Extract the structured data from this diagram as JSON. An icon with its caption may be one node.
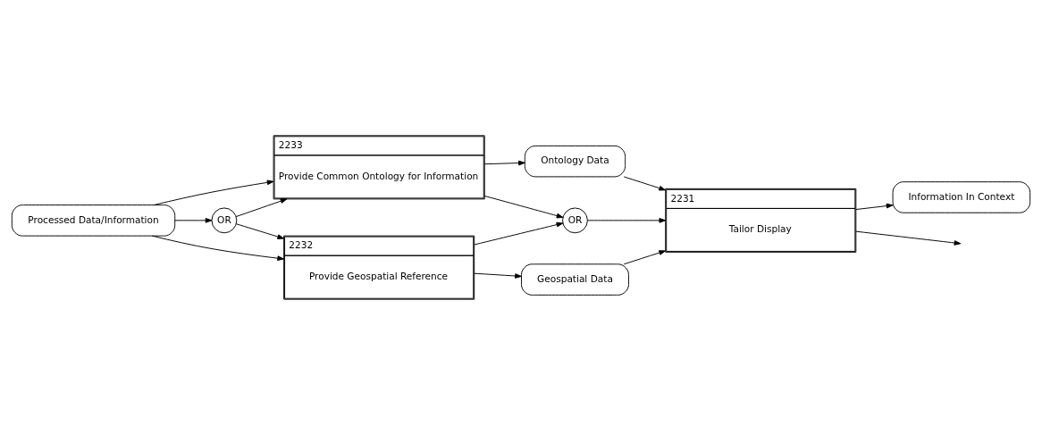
{
  "diagram": {
    "nodes": [
      {
        "text": [
          "Processed Data/Information"
        ]
      },
      {
        "text": [
          "2233",
          "Provide Common Ontology for Information"
        ]
      },
      {
        "text": [
          "OR"
        ]
      },
      {
        "text": [
          "2232",
          "Provide Geospatial Reference"
        ]
      },
      {
        "text": [
          "Ontology Data"
        ]
      },
      {
        "text": [
          "OR"
        ]
      },
      {
        "text": [
          "2231",
          "Tailor Display"
        ]
      },
      {
        "text": [
          "Geospatial Data"
        ]
      },
      {
        "text": [
          "Information In Context"
        ]
      }
    ],
    "edges": [
      {
        "from": 0,
        "to": 1,
        "arrow": "to"
      },
      {
        "from": 0,
        "to": 2,
        "arrow": "to"
      },
      {
        "from": 0,
        "to": 3,
        "arrow": "to"
      },
      {
        "from": 2,
        "to": 1,
        "arrow": "to"
      },
      {
        "from": 2,
        "to": 3,
        "arrow": "to"
      },
      {
        "from": 1,
        "to": 4,
        "arrow": "to"
      },
      {
        "from": 1,
        "to": 5,
        "arrow": "to"
      },
      {
        "from": 3,
        "to": 5,
        "arrow": "to"
      },
      {
        "from": 5,
        "to": 6,
        "arrow": "to"
      },
      {
        "from": 4,
        "to": 6,
        "arrow": "to"
      },
      {
        "from": 3,
        "to": 7,
        "arrow": "to"
      },
      {
        "from": 7,
        "to": 6,
        "arrow": "to"
      },
      {
        "from": 6,
        "to": 8,
        "arrow": "to"
      },
      {
        "from": 6,
        "to": null,
        "arrow": "to"
      }
    ]
  }
}
